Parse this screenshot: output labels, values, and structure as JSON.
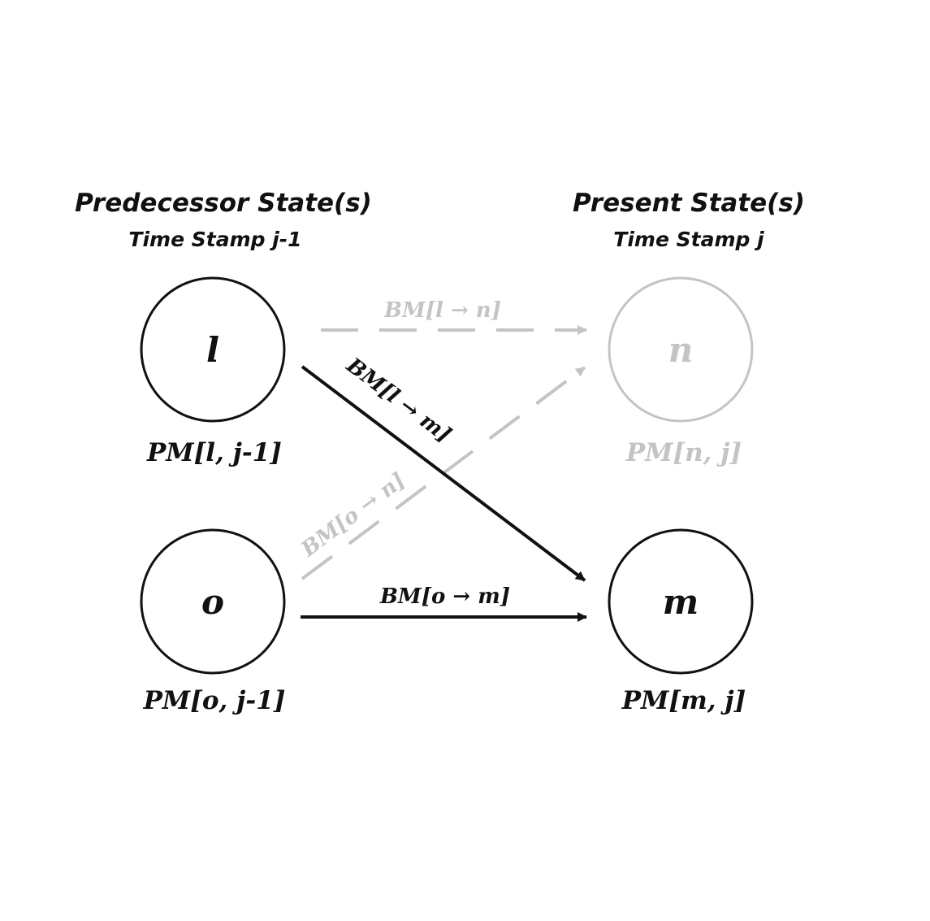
{
  "columns": {
    "predecessor": {
      "title": "Predecessor State(s)",
      "subtitle": "Time Stamp j-1"
    },
    "present": {
      "title": "Present State(s)",
      "subtitle": "Time Stamp j"
    }
  },
  "states": {
    "l": {
      "label": "l",
      "metric": "PM[l, j-1]",
      "style": "active"
    },
    "o": {
      "label": "o",
      "metric": "PM[o, j-1]",
      "style": "active"
    },
    "n": {
      "label": "n",
      "metric": "PM[n, j]",
      "style": "faded"
    },
    "m": {
      "label": "m",
      "metric": "PM[m, j]",
      "style": "active"
    }
  },
  "branches": {
    "l_to_n": {
      "label": "BM[l → n]",
      "style": "faded-dashed"
    },
    "l_to_m": {
      "label": "BM[l → m]",
      "style": "active-solid"
    },
    "o_to_n": {
      "label": "BM[o → n]",
      "style": "faded-dashed"
    },
    "o_to_m": {
      "label": "BM[o → m]",
      "style": "active-solid"
    }
  },
  "colors": {
    "active": "#111111",
    "faded": "#c4c4c4",
    "background": "#ffffff"
  }
}
